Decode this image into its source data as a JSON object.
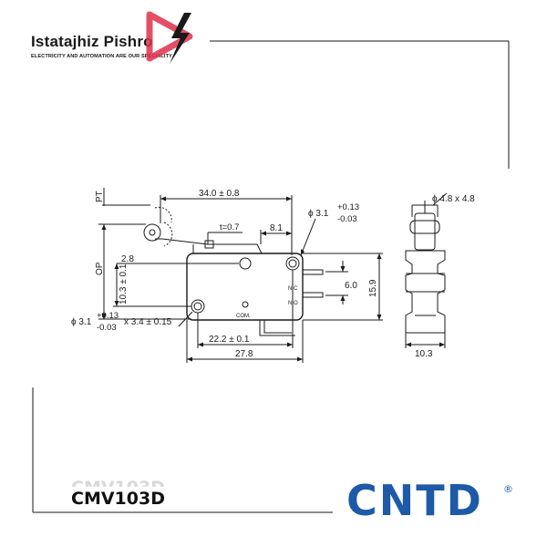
{
  "header": {
    "company": "Istatajhiz Pishro",
    "tagline": "ELECTRICITY AND AUTOMATION ARE OUR SPECIALITY"
  },
  "footer": {
    "model": "CMV103D",
    "brand": "CNTD",
    "registered_mark": "®"
  },
  "drawing": {
    "labels": {
      "pt": "PT",
      "op": "OP",
      "length": "34.0 ± 0.8",
      "thickness": "t=0.7",
      "dim_8_1": "8.1",
      "dim_2_8": "2.8",
      "height_10_3": "10.3 ± 0.1",
      "hole_dia_right": "ϕ 3.1",
      "tol_plus": "+0.13",
      "tol_minus": "-0.03",
      "hole_dia_left": "ϕ 3.1",
      "hole_slot": "x 3.4 ± 0.15",
      "nc": "N.C",
      "no": "N.O",
      "com": "COM.",
      "dim_6_0": "6.0",
      "dim_15_9": "15.9",
      "dim_22_2": "22.2 ± 0.1",
      "dim_27_8": "27.8",
      "plunger": "ϕ 4.8 x 4.8",
      "width_10_3": "10.3"
    }
  },
  "colors": {
    "brand_blue": "#1e5aa8",
    "logo_red": "#e0304a",
    "line": "#1a1a1a"
  }
}
